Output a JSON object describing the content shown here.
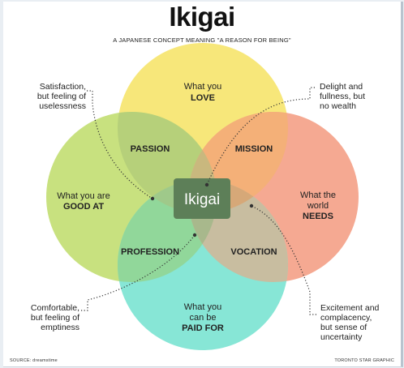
{
  "header": {
    "title": "Ikigai",
    "subtitle": "A JAPANESE CONCEPT MEANING \"A REASON FOR BEING\""
  },
  "colors": {
    "love": "#f7e77a",
    "good_at": "#c8e17f",
    "needs": "#f5a992",
    "paid_for": "#87e6d6",
    "passion": "#b6d07a",
    "mission": "#f4b078",
    "profession": "#91d79a",
    "vocation": "#c8bda0",
    "ikigai": "#5d7f58"
  },
  "circles": {
    "love": {
      "line1": "What you",
      "line2": "LOVE"
    },
    "good_at": {
      "line1": "What you are",
      "line2": "GOOD AT"
    },
    "needs": {
      "line1": "What the",
      "line2": "world",
      "line3": "NEEDS"
    },
    "paid_for": {
      "line1": "What you",
      "line2": "can be",
      "line3": "PAID FOR"
    }
  },
  "overlaps": {
    "passion": "PASSION",
    "mission": "MISSION",
    "profession": "PROFESSION",
    "vocation": "VOCATION",
    "center": "Ikigai"
  },
  "notes": {
    "top_left": [
      "Satisfaction,",
      "but feeling of",
      "uselessness"
    ],
    "top_right": [
      "Delight and",
      "fullness, but",
      "no wealth"
    ],
    "bottom_left": [
      "Comfortable,",
      "but feeling of",
      "emptiness"
    ],
    "bottom_right": [
      "Excitement and",
      "complacency,",
      "but sense of",
      "uncertainty"
    ]
  },
  "footer": {
    "source": "SOURCE: dreamstime",
    "credit": "TORONTO STAR GRAPHIC"
  }
}
